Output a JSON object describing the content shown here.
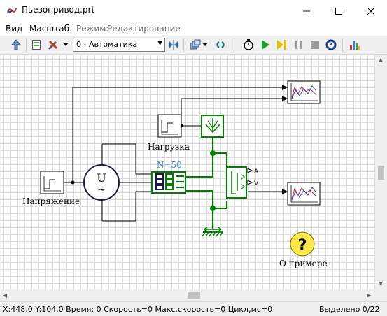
{
  "window": {
    "title": "Пьезопривод.prt"
  },
  "menu": {
    "view": "Вид",
    "scale": "Масштаб",
    "mode_label": "Режим:",
    "mode_value": "Редактирование"
  },
  "toolbar": {
    "select_value": "0 - Автоматика",
    "icons": [
      "up-arrow-icon",
      "document-icon",
      "tools-icon",
      "dropdown-icon",
      "flip-icon",
      "layers-icon",
      "link-icon",
      "stopwatch-icon",
      "play-icon",
      "step-icon",
      "pause-icon",
      "stop-icon",
      "clock-icon",
      "chart-icon"
    ]
  },
  "diagram": {
    "load_label": "Нагрузка",
    "voltage_label": "Напряжение",
    "n_label": "N=50",
    "example_label": "О примере",
    "source_symbol": "U",
    "source_tilde": "~",
    "port_a": "A",
    "port_v": "V",
    "help_symbol": "?",
    "colors": {
      "wire_black": "#000000",
      "wire_green": "#008000",
      "n_label": "#2a7ad5",
      "help_bg": "#ffe84a"
    }
  },
  "status": {
    "left": "X:448.0  Y:104.0 Время: 0 Скорость=0 Макс.скорость=0 Цикл,мс=0",
    "right": "Выделено 0/22"
  }
}
